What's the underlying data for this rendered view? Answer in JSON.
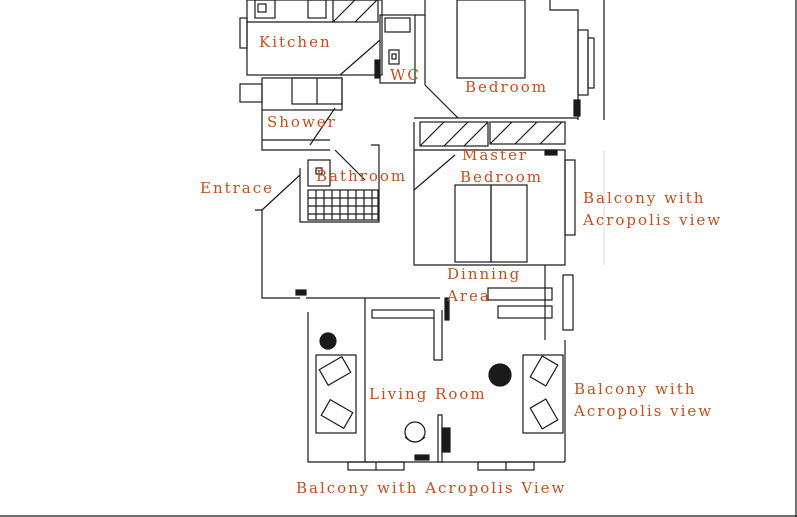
{
  "colors": {
    "wall": "#1a1a1a",
    "label": "#c0501f",
    "background": "#ffffff"
  },
  "labels": {
    "kitchen": "Kitchen",
    "wc": "WC",
    "bedroom": "Bedroom",
    "shower": "Shower",
    "master_bedroom_line1": "Master",
    "master_bedroom_line2": "Bedroom",
    "entrance": "Entrace",
    "bathroom": "Bathroom",
    "balcony_right_top_line1": "Balcony with",
    "balcony_right_top_line2": "Acropolis view",
    "dining_line1": "Dinning",
    "dining_line2": "Area",
    "balcony_right_mid_line1": "Balcony with",
    "balcony_right_mid_line2": "Acropolis view",
    "living_room": "Living Room",
    "balcony_bottom": "Balcony with Acropolis View"
  }
}
